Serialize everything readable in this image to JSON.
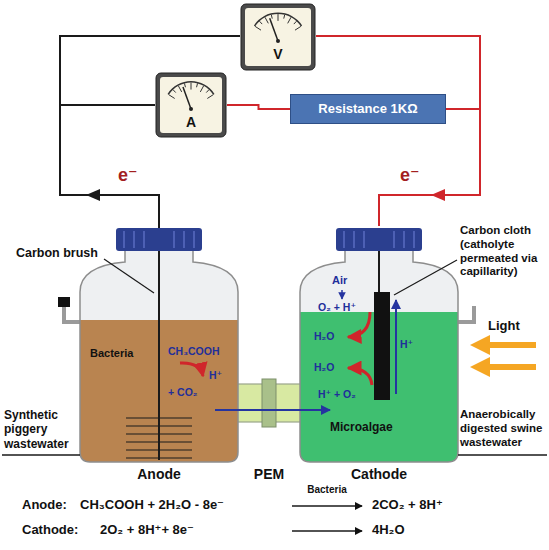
{
  "diagram": {
    "nodes": [
      {
        "text": [
          "V"
        ]
      },
      {
        "text": [
          "A"
        ]
      },
      {
        "text": [
          "Resistance 1KΩ"
        ]
      }
    ],
    "edges": [
      {
        "from": 1,
        "to": 2,
        "arrow": "none"
      }
    ],
    "labels": [
      "e⁻",
      "e⁻",
      "Carbon brush",
      "Carbon cloth (catholyte permeated via capillarity)",
      "Air",
      "Light",
      "Bacteria",
      "CH₃COOH",
      "H⁺",
      "+ CO₂",
      "O₂ + H⁺",
      "H₂O",
      "H₂O",
      "H⁺ + O₂",
      "H⁺",
      "Microalgae",
      "Synthetic piggery wastewater",
      "Anaerobically digested swine wastewater",
      "Anode",
      "PEM",
      "Cathode",
      "Anode:",
      "CH₃COOH + 2H₂O - 8e⁻",
      "Bacteria",
      "2CO₂ + 8H⁺",
      "Cathode:",
      "2O₂ + 8H⁺+ 8e⁻",
      "4H₂O"
    ]
  }
}
